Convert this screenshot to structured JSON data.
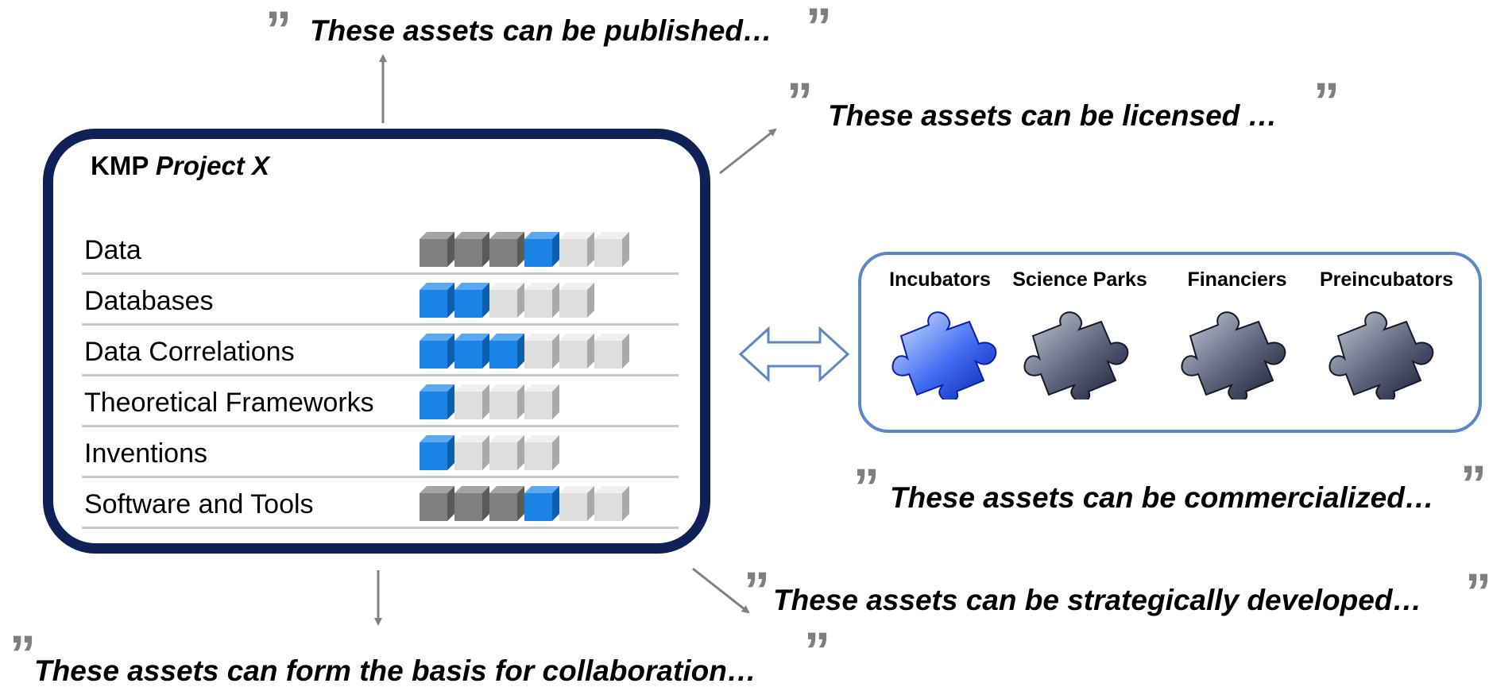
{
  "quotes": {
    "published": "These assets can be published…",
    "licensed": "These assets can be licensed …",
    "commercialized": "These assets can be commercialized…",
    "strategic": "These assets can be strategically developed…",
    "collaboration": "These assets can form the basis for collaboration…"
  },
  "quote_mark": "”",
  "project": {
    "prefix": "KMP",
    "name": "Project X"
  },
  "assets": [
    {
      "label": "Data",
      "levels": [
        "gray",
        "gray",
        "gray",
        "blue",
        "light",
        "light"
      ]
    },
    {
      "label": "Databases",
      "levels": [
        "blue",
        "blue",
        "light",
        "light",
        "light"
      ]
    },
    {
      "label": "Data Correlations",
      "levels": [
        "blue",
        "blue",
        "blue",
        "light",
        "light",
        "light"
      ]
    },
    {
      "label": "Theoretical Frameworks",
      "levels": [
        "blue",
        "light",
        "light",
        "light"
      ]
    },
    {
      "label": "Inventions",
      "levels": [
        "blue",
        "light",
        "light",
        "light"
      ]
    },
    {
      "label": "Software and Tools",
      "levels": [
        "gray",
        "gray",
        "gray",
        "blue",
        "light",
        "light"
      ]
    }
  ],
  "partners": [
    {
      "label": "Incubators",
      "style": "blue"
    },
    {
      "label": "Science Parks",
      "style": "gray"
    },
    {
      "label": "Financiers",
      "style": "gray"
    },
    {
      "label": "Preincubators",
      "style": "gray"
    }
  ],
  "colors": {
    "box_border": "#0f2157",
    "partner_border": "#5b88c7",
    "arrow": "#808080",
    "quote_mark": "#7f7f7f",
    "cube_blue": "#1a83e6",
    "cube_gray": "#7f7f7f",
    "cube_light": "#dedede"
  }
}
